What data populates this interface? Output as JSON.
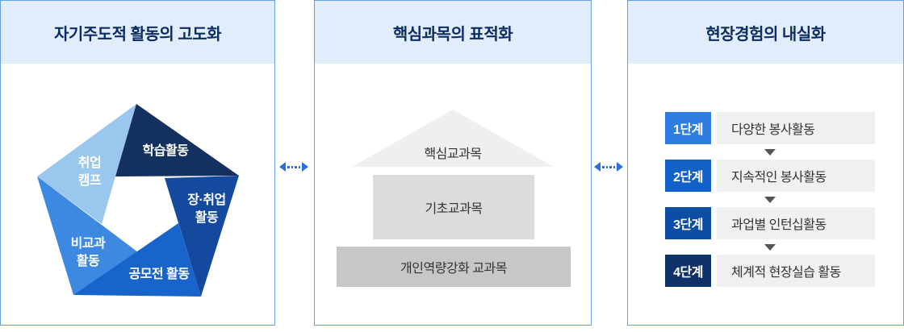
{
  "colors": {
    "panel_border": "#66a0e3",
    "header_bg": "#e2edfb",
    "title_text": "#0c2d62",
    "connector_blue": "#2b6fdb",
    "step_row_bg": "#f0f0f0",
    "step_arrow_gray": "#555555"
  },
  "panels": {
    "self_directed": {
      "title": "자기주도적 활동의 고도화",
      "pentagon": {
        "segments": [
          {
            "name": "학습활동",
            "color": "#14305f",
            "text_color": "#ffffff",
            "lines": [
              "학습활동"
            ]
          },
          {
            "name": "장·취업 활동",
            "color": "#15499e",
            "text_color": "#ffffff",
            "lines": [
              "장·취업",
              "활동"
            ]
          },
          {
            "name": "공모전 활동",
            "color": "#1765cb",
            "text_color": "#ffffff",
            "lines": [
              "공모전 활동"
            ]
          },
          {
            "name": "비교과 활동",
            "color": "#3d88e0",
            "text_color": "#ffffff",
            "lines": [
              "비교과",
              "활동"
            ]
          },
          {
            "name": "취업 캠프",
            "color": "#9ac7ee",
            "text_color": "#16355f",
            "lines": [
              "취업",
              "캠프"
            ]
          }
        ]
      }
    },
    "core_subjects": {
      "title": "핵심과목의 표적화",
      "pyramid": [
        {
          "label": "핵심교과목",
          "color": "#efefef"
        },
        {
          "label": "기초교과목",
          "color": "#dcdcdc"
        },
        {
          "label": "개인역량강화 교과목",
          "color": "#c7c7c7"
        }
      ]
    },
    "field_experience": {
      "title": "현장경험의 내실화",
      "steps": [
        {
          "badge": "1단계",
          "label": "다양한 봉사활동",
          "badge_color": "#2e7de2"
        },
        {
          "badge": "2단계",
          "label": "지속적인 봉사활동",
          "badge_color": "#1261c8"
        },
        {
          "badge": "3단계",
          "label": "과업별 인턴십활동",
          "badge_color": "#0c4da5"
        },
        {
          "badge": "4단계",
          "label": "체계적 현장실습 활동",
          "badge_color": "#0e3269"
        }
      ]
    }
  }
}
